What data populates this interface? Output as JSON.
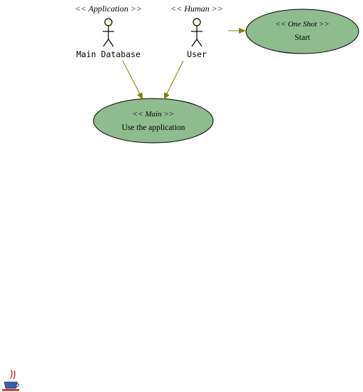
{
  "actors": [
    {
      "id": "main-database",
      "stereotype": "<< Application >>",
      "name": "Main Database"
    },
    {
      "id": "user",
      "stereotype": "<< Human >>",
      "name": "User"
    }
  ],
  "use_cases": [
    {
      "id": "start",
      "stereotype": "<< One Shot >>",
      "name": "Start"
    },
    {
      "id": "use-the-application",
      "stereotype": "<< Main >>",
      "name": "Use the application"
    }
  ],
  "associations": [
    {
      "from": "main-database",
      "to": "use-the-application"
    },
    {
      "from": "user",
      "to": "use-the-application"
    },
    {
      "from": "user",
      "to": "start"
    }
  ],
  "colors": {
    "use_case_fill": "#8fbc8f",
    "association": "#808000",
    "actor_head": "#ffffe0"
  },
  "footer_icon": "java-cup-icon"
}
